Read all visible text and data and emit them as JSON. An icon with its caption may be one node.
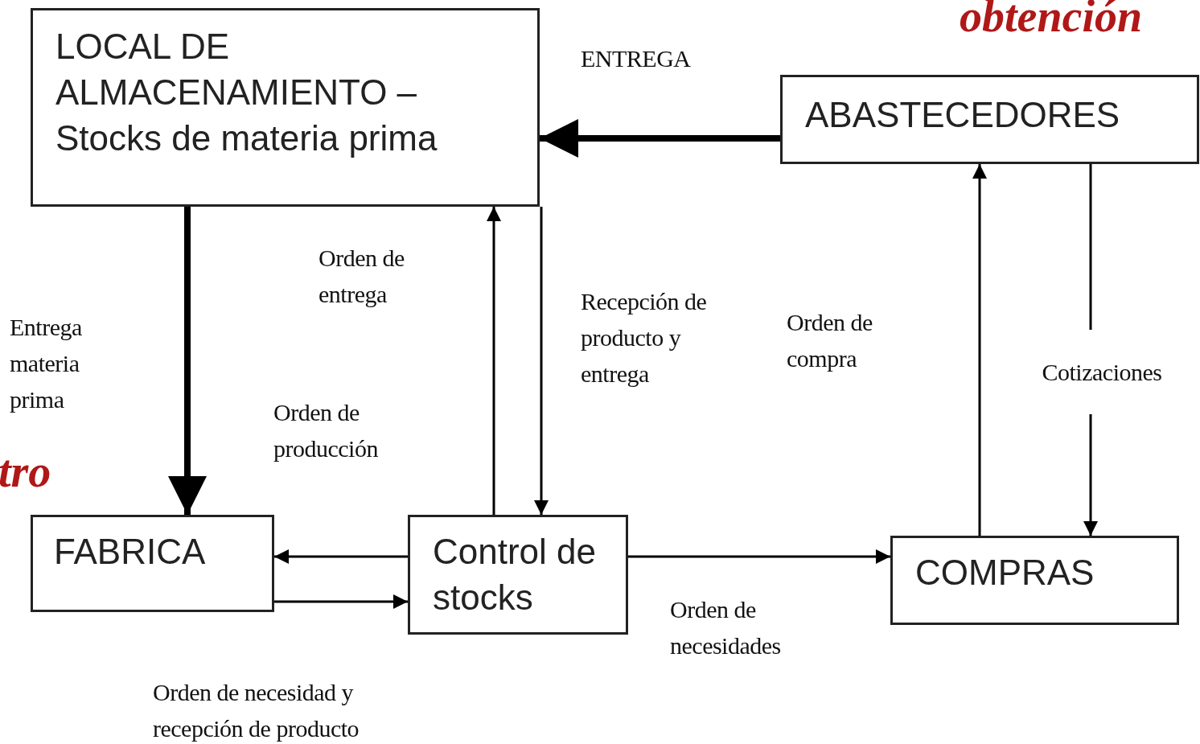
{
  "diagram": {
    "nodes": [
      {
        "text": [
          "LOCAL DE ALMACENAMIENTO – Stocks de materia prima"
        ]
      },
      {
        "text": [
          "ABASTECEDORES"
        ]
      },
      {
        "text": [
          "FABRICA"
        ]
      },
      {
        "text": [
          "Control de stocks"
        ]
      },
      {
        "text": [
          "COMPRAS"
        ]
      }
    ],
    "edges": [
      {
        "from": 1,
        "to": 0,
        "arrow": "to",
        "label": "ENTREGA",
        "style": "thick"
      },
      {
        "from": 0,
        "to": 2,
        "arrow": "to",
        "label": "Entrega materia prima",
        "style": "thick"
      },
      {
        "from": 3,
        "to": 0,
        "arrow": "to",
        "label": "Orden de entrega"
      },
      {
        "from": 0,
        "to": 3,
        "arrow": "to",
        "label": "Recepción de producto y entrega"
      },
      {
        "from": 3,
        "to": 2,
        "arrow": "to",
        "label": "Orden de producción"
      },
      {
        "from": 2,
        "to": 3,
        "arrow": "to",
        "label": "Orden de necesidad y recepción de producto"
      },
      {
        "from": 3,
        "to": 4,
        "arrow": "to",
        "label": "Orden de necesidades"
      },
      {
        "from": 4,
        "to": 1,
        "arrow": "to",
        "label": "Orden de compra"
      },
      {
        "from": 1,
        "to": 4,
        "arrow": "to",
        "label": "Cotizaciones"
      }
    ],
    "labels": [
      "obtención",
      "tro"
    ]
  }
}
